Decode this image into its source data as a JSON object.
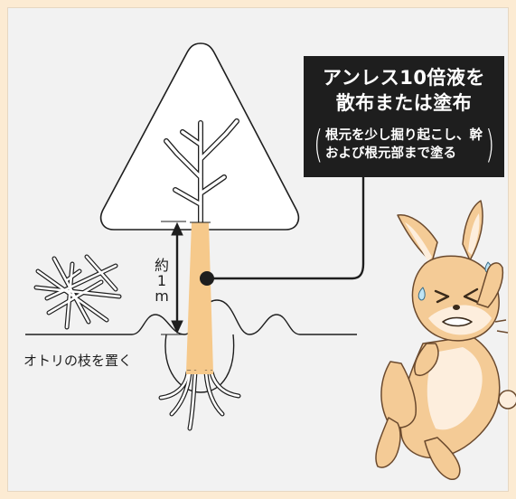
{
  "callout": {
    "line1": "アンレス10倍液を",
    "line2": "散布または塗布",
    "sub_line1": "根元を少し掘り起こし、幹",
    "sub_line2": "および根元部まで塗る",
    "paren_open": "(",
    "paren_close": ")"
  },
  "measure": {
    "line1": "約",
    "line2": "1",
    "line3": "m"
  },
  "branch_label": "オトリの枝を置く",
  "colors": {
    "background": "#fcebd3",
    "panel": "#f2f2f2",
    "callout_bg": "#1e1e1e",
    "trunk": "#f6c98b",
    "rabbit_body": "#f4cb96",
    "rabbit_inner": "#fdeedd"
  }
}
